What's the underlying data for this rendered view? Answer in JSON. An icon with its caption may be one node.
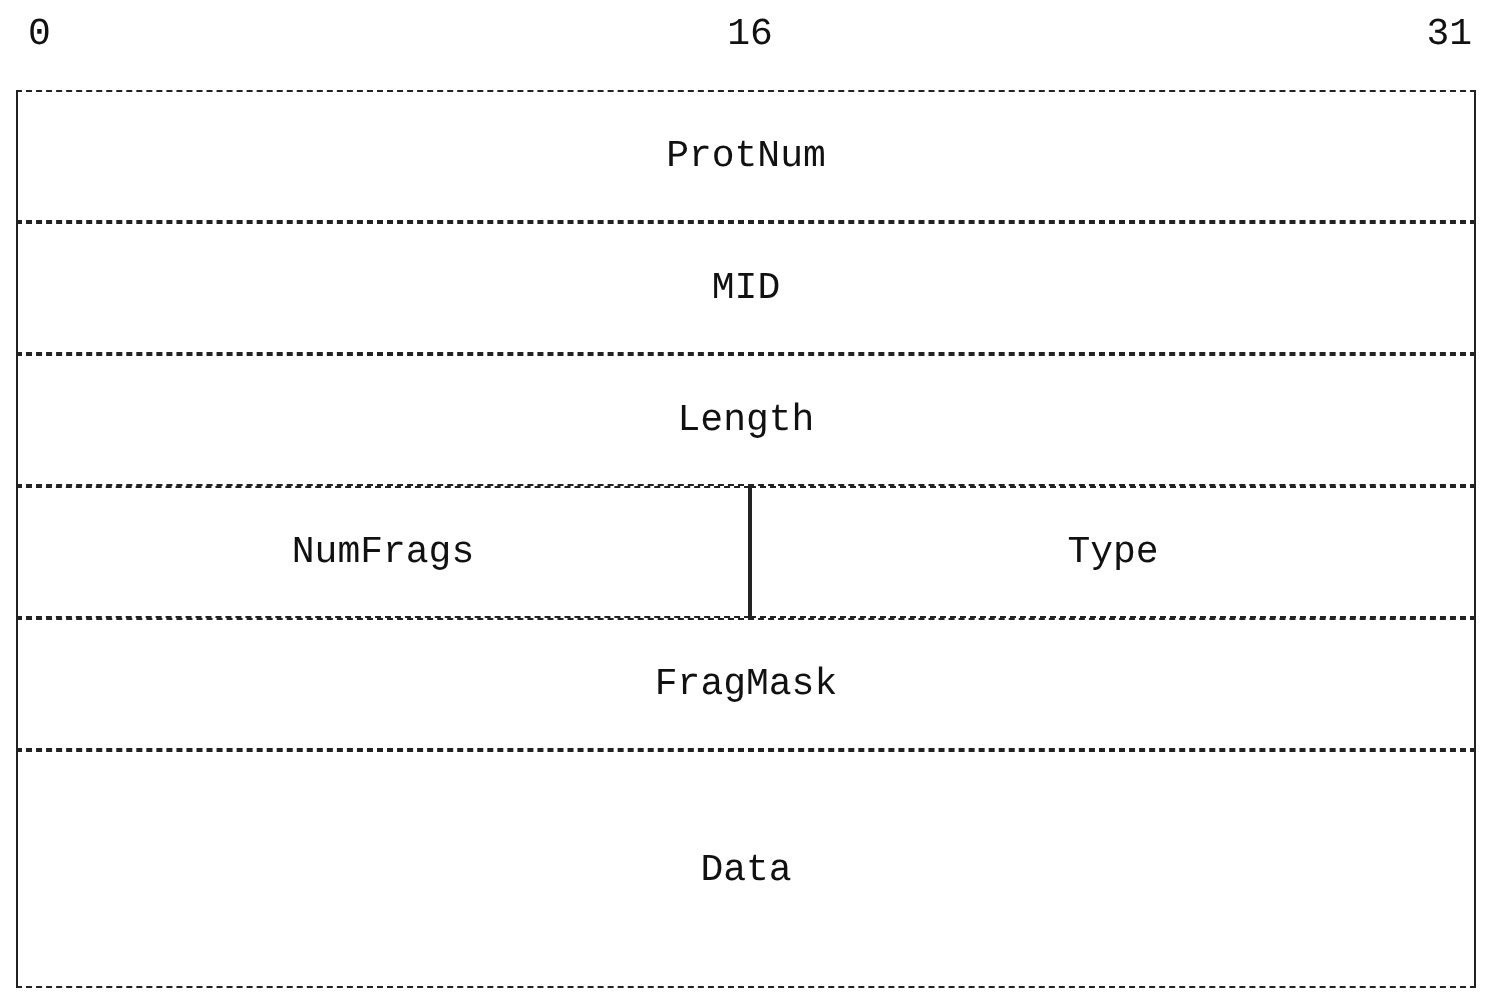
{
  "diagram": {
    "nodes": [
      {
        "text": [
          "ProtNum"
        ]
      },
      {
        "text": [
          "MID"
        ]
      },
      {
        "text": [
          "Length"
        ]
      },
      {
        "text": [
          "NumFrags"
        ]
      },
      {
        "text": [
          "Type"
        ]
      },
      {
        "text": [
          "FragMask"
        ]
      },
      {
        "text": [
          "Data"
        ]
      }
    ],
    "labels": [
      "0",
      "16",
      "31"
    ]
  }
}
